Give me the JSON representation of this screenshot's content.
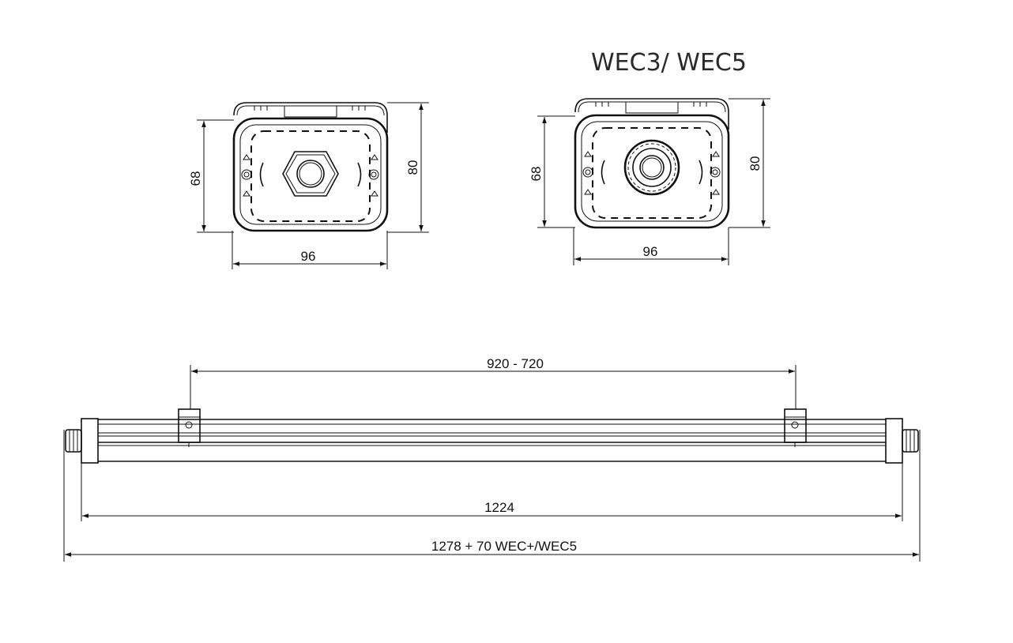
{
  "title": "WEC3/ WEC5",
  "dimensions": {
    "left_view_height": "68",
    "left_view_overall_height": "80",
    "left_view_width": "96",
    "right_view_height": "68",
    "right_view_overall_height": "80",
    "right_view_width": "96",
    "bracket_spacing": "920 - 720",
    "body_length": "1224",
    "overall_length": "1278 + 70 WEC+/WEC5"
  }
}
